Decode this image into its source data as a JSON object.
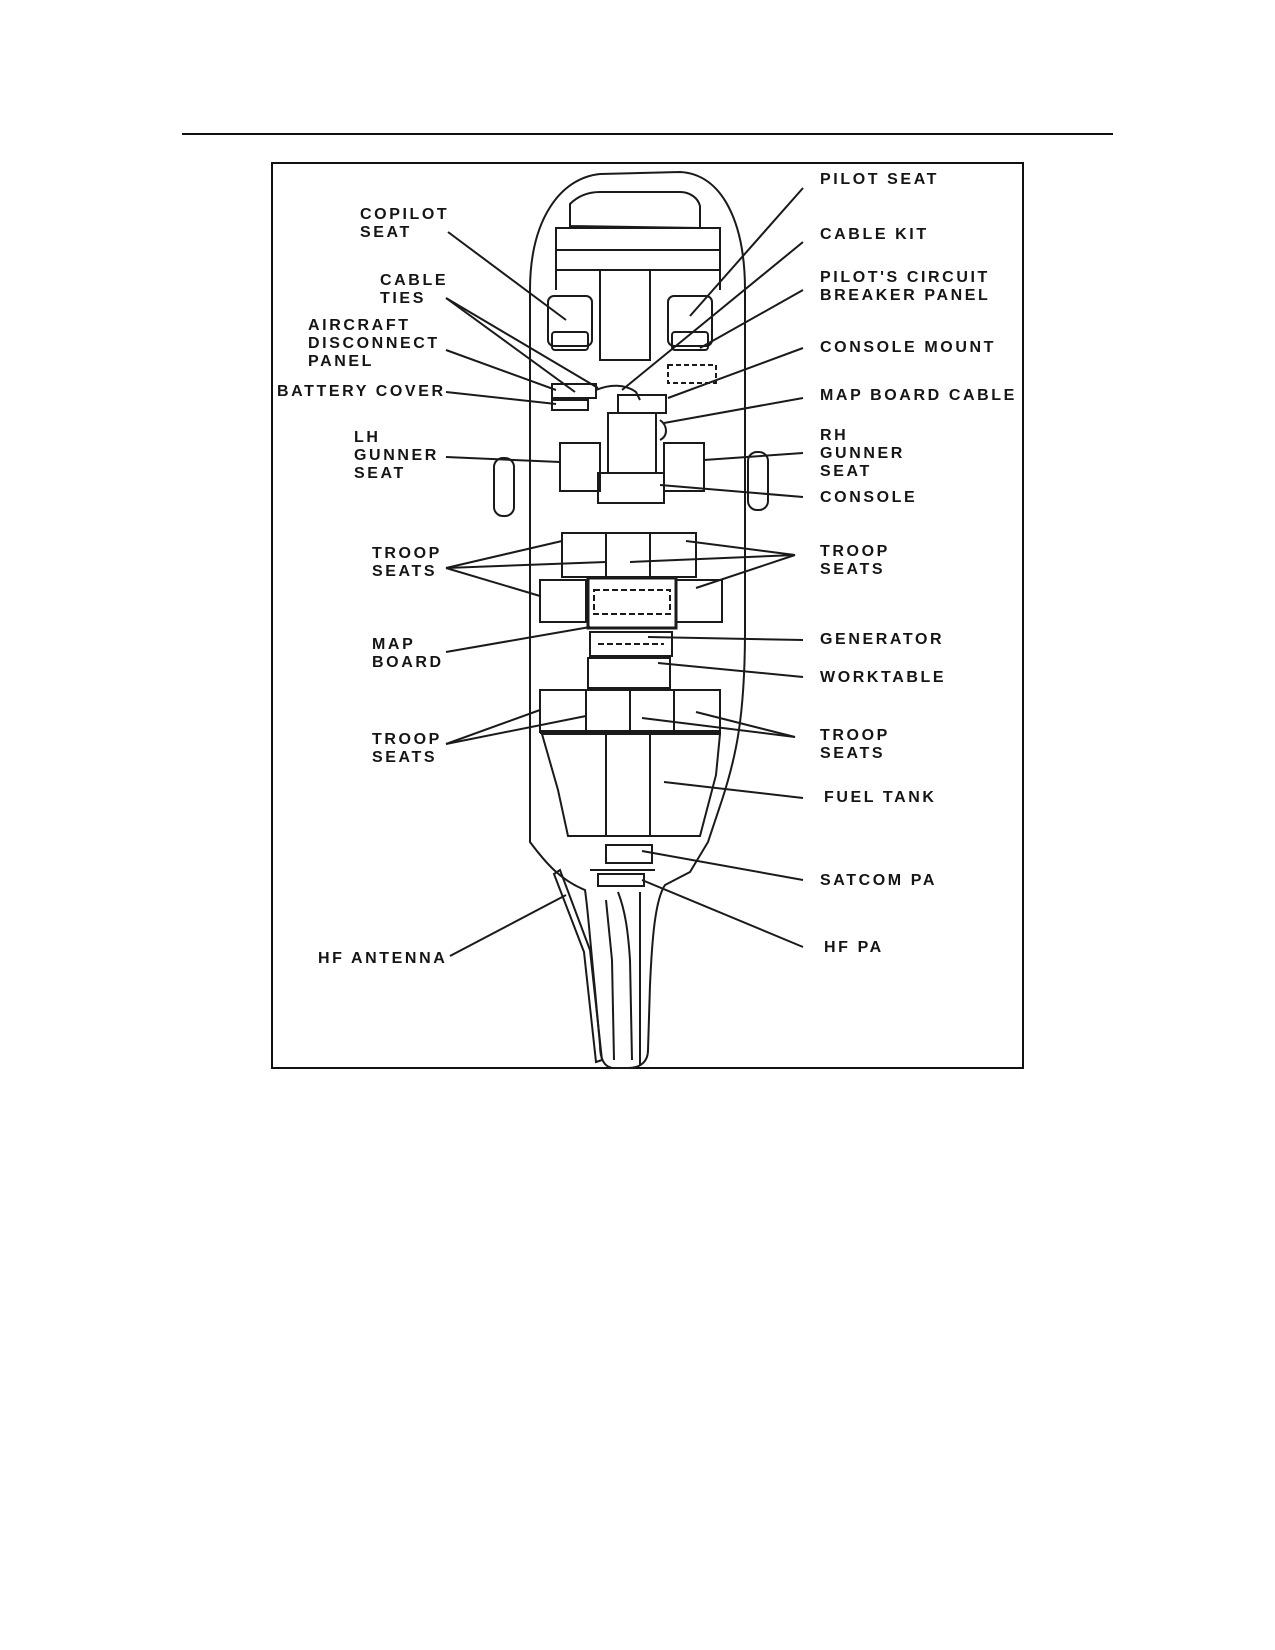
{
  "labels": {
    "pilot_seat": "PILOT SEAT",
    "cable_kit": "CABLE KIT",
    "pilots_cb_panel": "PILOT'S CIRCUIT\nBREAKER PANEL",
    "console_mount": "CONSOLE MOUNT",
    "map_board_cable": "MAP BOARD CABLE",
    "rh_gunner_seat": "RH\nGUNNER\nSEAT",
    "console": "CONSOLE",
    "troop_seats_right_1": "TROOP\nSEATS",
    "generator": "GENERATOR",
    "worktable": "WORKTABLE",
    "troop_seats_right_2": "TROOP\nSEATS",
    "fuel_tank": "FUEL TANK",
    "satcom_pa": "SATCOM PA",
    "hf_pa": "HF PA",
    "copilot_seat": "COPILOT\nSEAT",
    "cable_ties": "CABLE\nTIES",
    "aircraft_disconnect_panel": "AIRCRAFT\nDISCONNECT\nPANEL",
    "battery_cover": "BATTERY COVER",
    "lh_gunner_seat": "LH\nGUNNER\nSEAT",
    "troop_seats_left_1": "TROOP\nSEATS",
    "map_board": "MAP\nBOARD",
    "troop_seats_left_2": "TROOP\nSEATS",
    "hf_antenna": "HF ANTENNA"
  }
}
